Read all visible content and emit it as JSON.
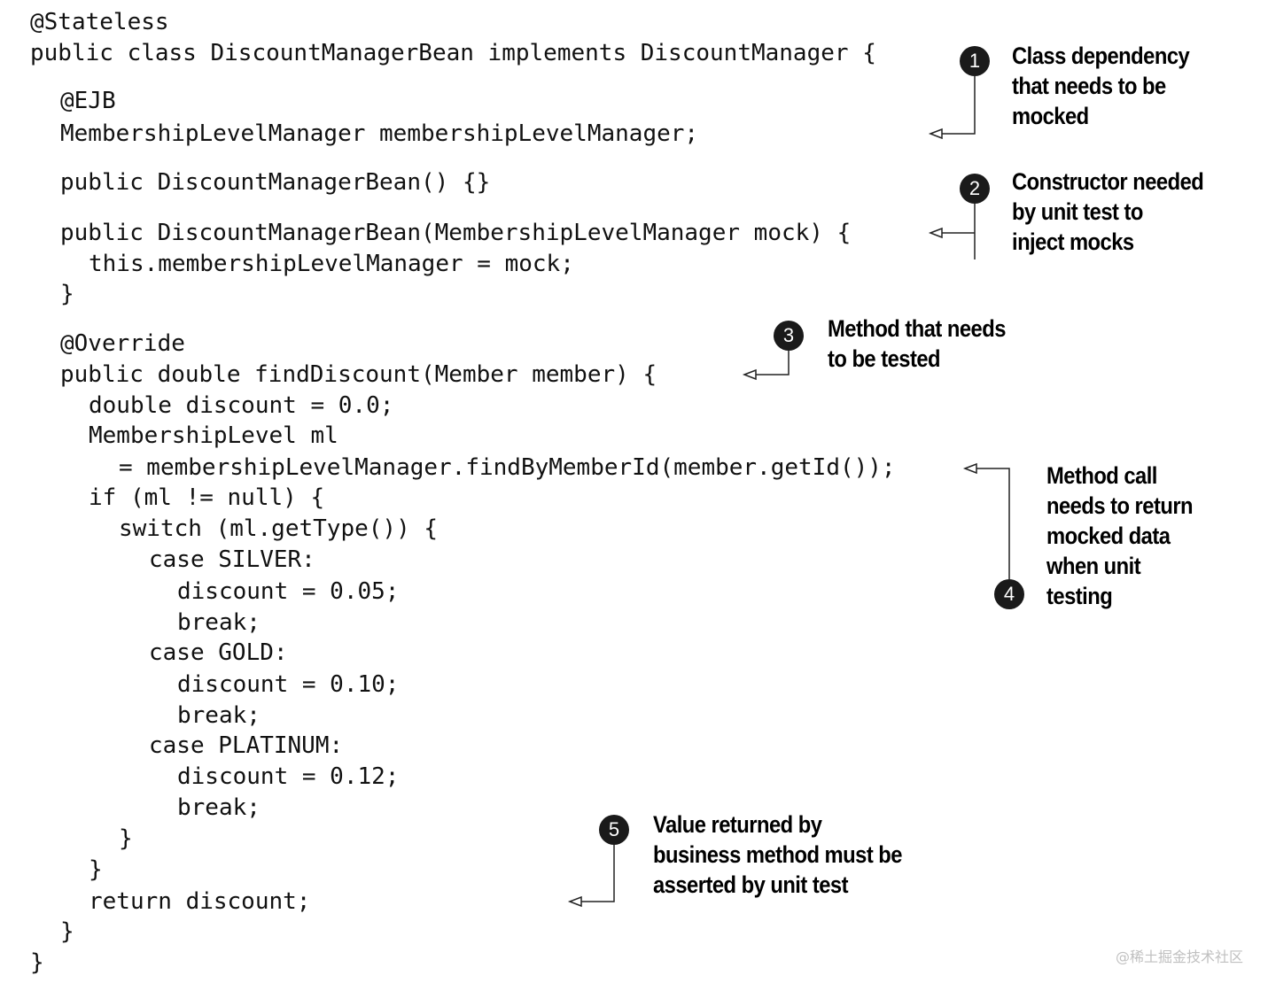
{
  "code": {
    "lines": [
      "@Stateless",
      "public class DiscountManagerBean implements DiscountManager {",
      "@EJB",
      "MembershipLevelManager membershipLevelManager;",
      "public DiscountManagerBean() {}",
      "public DiscountManagerBean(MembershipLevelManager mock) {",
      "this.membershipLevelManager = mock;",
      "}",
      "@Override",
      "public double findDiscount(Member member) {",
      "double discount = 0.0;",
      "MembershipLevel ml",
      "= membershipLevelManager.findByMemberId(member.getId());",
      "if (ml != null) {",
      "switch (ml.getType()) {",
      "case SILVER:",
      "discount = 0.05;",
      "break;",
      "case GOLD:",
      "discount = 0.10;",
      "break;",
      "case PLATINUM:",
      "discount = 0.12;",
      "break;",
      "}",
      "}",
      "return discount;",
      "}",
      "}"
    ]
  },
  "annotations": [
    {
      "number": "1",
      "lines": [
        "Class dependency",
        "that needs to be",
        "mocked"
      ]
    },
    {
      "number": "2",
      "lines": [
        "Constructor needed",
        "by unit test to",
        "inject mocks"
      ]
    },
    {
      "number": "3",
      "lines": [
        "Method that needs",
        "to be tested"
      ]
    },
    {
      "number": "4",
      "lines": [
        "Method call",
        "needs to return",
        "mocked data",
        "when unit",
        "testing"
      ]
    },
    {
      "number": "5",
      "lines": [
        "Value returned by",
        "business method must be",
        "asserted by unit test"
      ]
    }
  ],
  "watermark": "@稀土掘金技术社区"
}
